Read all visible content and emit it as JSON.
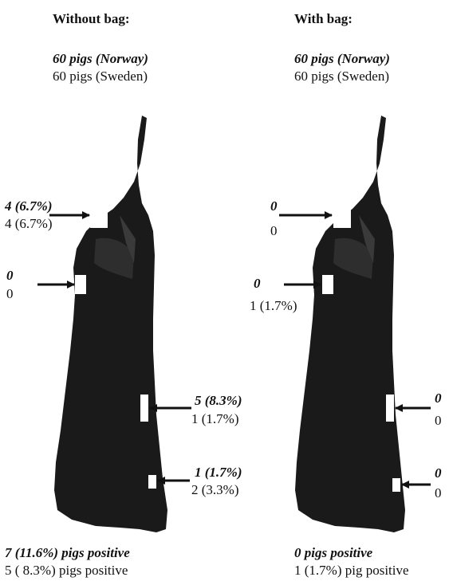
{
  "left": {
    "heading": "Without bag:",
    "norway": "60 pigs (Norway)",
    "sweden": "60 pigs (Sweden)",
    "site1": {
      "norway": "4 (6.7%)",
      "sweden": "4 (6.7%)"
    },
    "site2": {
      "norway": "0",
      "sweden": "0"
    },
    "site3": {
      "norway": "5 (8.3%)",
      "sweden": "1 (1.7%)"
    },
    "site4": {
      "norway": "1 (1.7%)",
      "sweden": "2 (3.3%)"
    },
    "total": {
      "norway": "7 (11.6%) pigs positive",
      "sweden": "5 (  8.3%) pigs positive"
    }
  },
  "right": {
    "heading": "With bag:",
    "norway": "60 pigs (Norway)",
    "sweden": "60 pigs (Sweden)",
    "site1": {
      "norway": "0",
      "sweden": "0"
    },
    "site2": {
      "norway": "0",
      "sweden": "1 (1.7%)"
    },
    "site3": {
      "norway": "0",
      "sweden": "0"
    },
    "site4": {
      "norway": "0",
      "sweden": "0"
    },
    "total": {
      "norway": "0 pigs positive",
      "sweden": "1 (1.7%) pig positive"
    }
  },
  "colors": {
    "carcass": "#1a1a1a",
    "swab": "#ffffff",
    "arrow": "#111111"
  }
}
